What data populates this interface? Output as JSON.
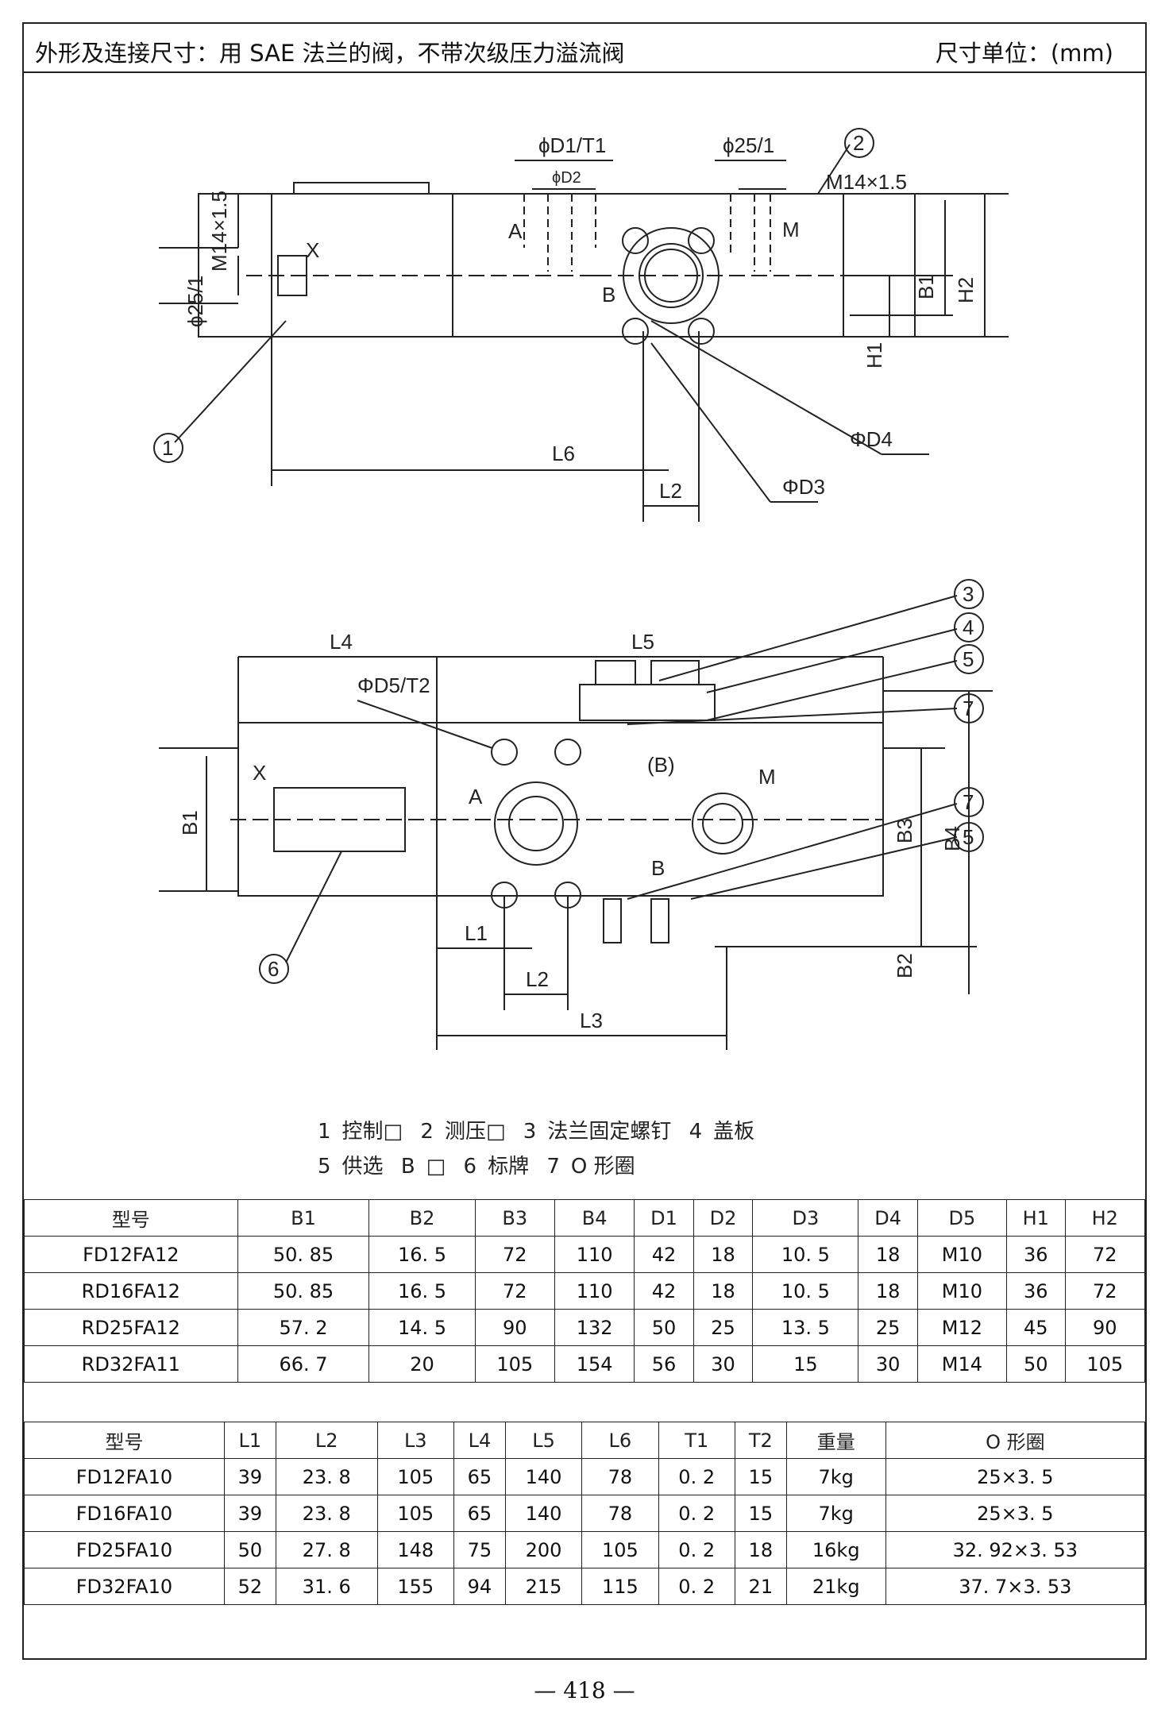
{
  "header": {
    "title": "外形及连接尺寸：用 SAE 法兰的阀，不带次级压力溢流阀",
    "unit": "尺寸单位：(mm)"
  },
  "top_view": {
    "labels": [
      "ϕD1/T1",
      "ϕD2",
      "ϕ25/1",
      "M14×1.5",
      "M14×1.5",
      "X",
      "A",
      "B",
      "M",
      "ϕ25/1",
      "B1",
      "H2",
      "H1",
      "L6",
      "ΦD4",
      "ΦD3",
      "L2"
    ],
    "callouts": [
      "1",
      "2"
    ]
  },
  "side_view": {
    "labels": [
      "L4",
      "L5",
      "ΦD5/T2",
      "X",
      "A",
      "(B)",
      "M",
      "B",
      "B1",
      "B3",
      "B4",
      "B2",
      "L1",
      "L2",
      "L3"
    ],
    "callouts": [
      "3",
      "4",
      "5",
      "7",
      "7",
      "5",
      "6"
    ]
  },
  "legend": {
    "line1": [
      "1",
      "控制□",
      "2",
      "测压□",
      "3",
      "法兰固定螺钉",
      "4",
      "盖板"
    ],
    "line2": [
      "5",
      "供选",
      "B",
      "□",
      "6",
      "标牌",
      "7",
      "O 形圈"
    ]
  },
  "table1": {
    "headers": [
      "型号",
      "B1",
      "B2",
      "B3",
      "B4",
      "D1",
      "D2",
      "D3",
      "D4",
      "D5",
      "H1",
      "H2"
    ],
    "rows": [
      [
        "FD12FA12",
        "50. 85",
        "16. 5",
        "72",
        "110",
        "42",
        "18",
        "10. 5",
        "18",
        "M10",
        "36",
        "72"
      ],
      [
        "RD16FA12",
        "50. 85",
        "16. 5",
        "72",
        "110",
        "42",
        "18",
        "10. 5",
        "18",
        "M10",
        "36",
        "72"
      ],
      [
        "RD25FA12",
        "57. 2",
        "14. 5",
        "90",
        "132",
        "50",
        "25",
        "13. 5",
        "25",
        "M12",
        "45",
        "90"
      ],
      [
        "RD32FA11",
        "66. 7",
        "20",
        "105",
        "154",
        "56",
        "30",
        "15",
        "30",
        "M14",
        "50",
        "105"
      ]
    ]
  },
  "table2": {
    "headers": [
      "型号",
      "L1",
      "L2",
      "L3",
      "L4",
      "L5",
      "L6",
      "T1",
      "T2",
      "重量",
      "O 形圈"
    ],
    "rows": [
      [
        "FD12FA10",
        "39",
        "23. 8",
        "105",
        "65",
        "140",
        "78",
        "0. 2",
        "15",
        "7kg",
        "25×3. 5"
      ],
      [
        "FD16FA10",
        "39",
        "23. 8",
        "105",
        "65",
        "140",
        "78",
        "0. 2",
        "15",
        "7kg",
        "25×3. 5"
      ],
      [
        "FD25FA10",
        "50",
        "27. 8",
        "148",
        "75",
        "200",
        "105",
        "0. 2",
        "18",
        "16kg",
        "32. 92×3. 53"
      ],
      [
        "FD32FA10",
        "52",
        "31. 6",
        "155",
        "94",
        "215",
        "115",
        "0. 2",
        "21",
        "21kg",
        "37. 7×3. 53"
      ]
    ]
  },
  "page_number": "— 418 —"
}
